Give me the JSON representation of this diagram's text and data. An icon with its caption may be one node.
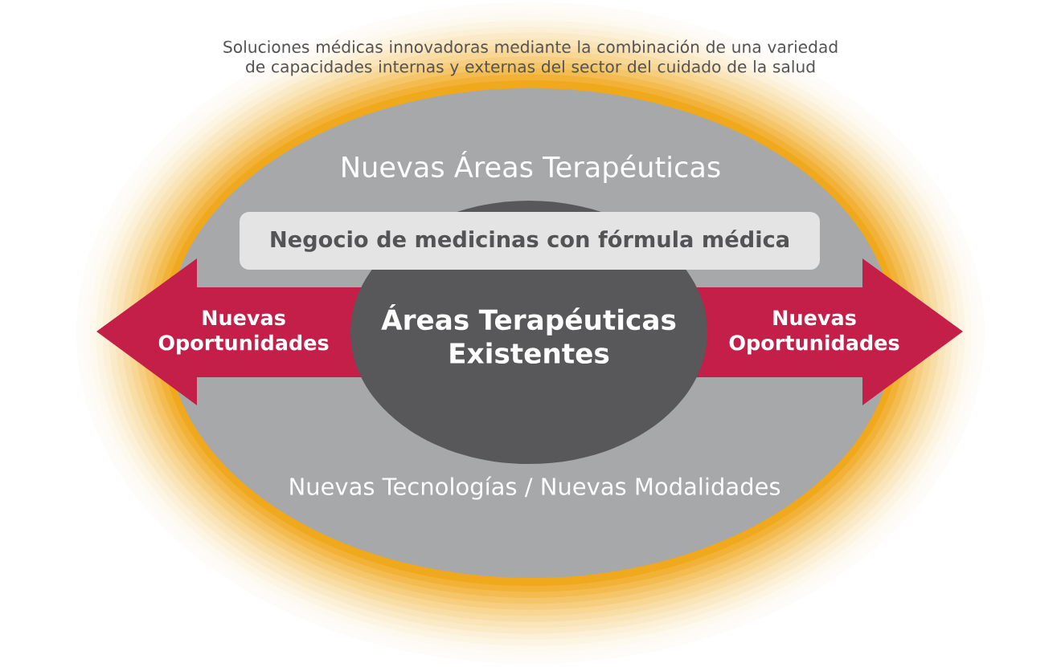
{
  "diagram": {
    "nodes": [
      {
        "text": [
          "Soluciones médicas innovadoras mediante la combinación de una variedad de capacidades internas y externas del sector del cuidado de la salud"
        ]
      },
      {
        "text": [
          "Nuevas Áreas Terapéuticas",
          "Nuevas Tecnologías / Nuevas Modalidades"
        ],
        "in": 0
      },
      {
        "text": [
          "Negocio de medicinas con fórmula médica"
        ],
        "in": 1
      },
      {
        "text": [
          "Nuevas Oportunidades",
          "Nuevas Oportunidades"
        ],
        "in": 0
      },
      {
        "text": [
          "Áreas Terapéuticas Existentes"
        ],
        "in": 1
      }
    ]
  }
}
